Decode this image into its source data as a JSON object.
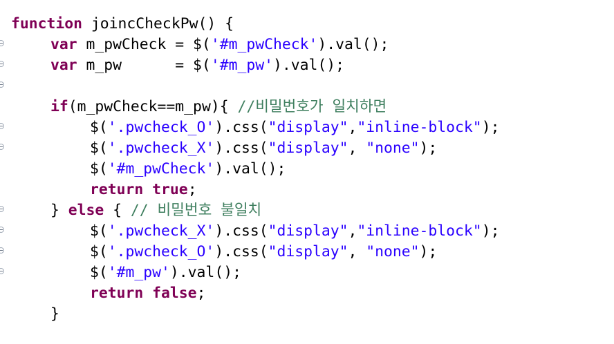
{
  "editor": {
    "colors": {
      "keyword": "#7f0055",
      "string": "#2a00ff",
      "comment": "#3f7f5f",
      "plain": "#000000",
      "marker": "#9aa4b2"
    },
    "marker_icon": "fold-collapse-icon",
    "lines": [
      {
        "marker": false,
        "indent": 0,
        "tokens": [
          {
            "t": "kw",
            "v": "function"
          },
          {
            "t": "plain",
            "v": " joincCheckPw() {"
          }
        ]
      },
      {
        "marker": true,
        "indent": 1,
        "tokens": [
          {
            "t": "kw",
            "v": "var"
          },
          {
            "t": "plain",
            "v": " m_pwCheck = $("
          },
          {
            "t": "str",
            "v": "'#m_pwCheck'"
          },
          {
            "t": "plain",
            "v": ").val();"
          }
        ]
      },
      {
        "marker": true,
        "indent": 1,
        "tokens": [
          {
            "t": "kw",
            "v": "var"
          },
          {
            "t": "plain",
            "v": " m_pw      = $("
          },
          {
            "t": "str",
            "v": "'#m_pw'"
          },
          {
            "t": "plain",
            "v": ").val();"
          }
        ]
      },
      {
        "marker": true,
        "indent": 0,
        "tokens": []
      },
      {
        "marker": false,
        "indent": 1,
        "tokens": [
          {
            "t": "kw",
            "v": "if"
          },
          {
            "t": "plain",
            "v": "(m_pwCheck==m_pw){ "
          },
          {
            "t": "cmt",
            "v": "//비밀번호가 일치하면"
          }
        ]
      },
      {
        "marker": true,
        "indent": 2,
        "tokens": [
          {
            "t": "plain",
            "v": "$("
          },
          {
            "t": "str",
            "v": "'.pwcheck_O'"
          },
          {
            "t": "plain",
            "v": ").css("
          },
          {
            "t": "str",
            "v": "\"display\""
          },
          {
            "t": "plain",
            "v": ","
          },
          {
            "t": "str",
            "v": "\"inline-block\""
          },
          {
            "t": "plain",
            "v": ");"
          }
        ]
      },
      {
        "marker": true,
        "indent": 2,
        "tokens": [
          {
            "t": "plain",
            "v": "$("
          },
          {
            "t": "str",
            "v": "'.pwcheck_X'"
          },
          {
            "t": "plain",
            "v": ").css("
          },
          {
            "t": "str",
            "v": "\"display\""
          },
          {
            "t": "plain",
            "v": ", "
          },
          {
            "t": "str",
            "v": "\"none\""
          },
          {
            "t": "plain",
            "v": ");"
          }
        ]
      },
      {
        "marker": false,
        "indent": 2,
        "tokens": [
          {
            "t": "plain",
            "v": "$("
          },
          {
            "t": "str",
            "v": "'#m_pwCheck'"
          },
          {
            "t": "plain",
            "v": ").val();"
          }
        ]
      },
      {
        "marker": false,
        "indent": 2,
        "tokens": [
          {
            "t": "kw",
            "v": "return"
          },
          {
            "t": "plain",
            "v": " "
          },
          {
            "t": "kw",
            "v": "true"
          },
          {
            "t": "plain",
            "v": ";"
          }
        ]
      },
      {
        "marker": true,
        "indent": 1,
        "tokens": [
          {
            "t": "plain",
            "v": "} "
          },
          {
            "t": "kw",
            "v": "else"
          },
          {
            "t": "plain",
            "v": " { "
          },
          {
            "t": "cmt",
            "v": "// 비밀번호 불일치"
          }
        ]
      },
      {
        "marker": true,
        "indent": 2,
        "tokens": [
          {
            "t": "plain",
            "v": "$("
          },
          {
            "t": "str",
            "v": "'.pwcheck_X'"
          },
          {
            "t": "plain",
            "v": ").css("
          },
          {
            "t": "str",
            "v": "\"display\""
          },
          {
            "t": "plain",
            "v": ","
          },
          {
            "t": "str",
            "v": "\"inline-block\""
          },
          {
            "t": "plain",
            "v": ");"
          }
        ]
      },
      {
        "marker": true,
        "indent": 2,
        "tokens": [
          {
            "t": "plain",
            "v": "$("
          },
          {
            "t": "str",
            "v": "'.pwcheck_O'"
          },
          {
            "t": "plain",
            "v": ").css("
          },
          {
            "t": "str",
            "v": "\"display\""
          },
          {
            "t": "plain",
            "v": ", "
          },
          {
            "t": "str",
            "v": "\"none\""
          },
          {
            "t": "plain",
            "v": ");"
          }
        ]
      },
      {
        "marker": true,
        "indent": 2,
        "tokens": [
          {
            "t": "plain",
            "v": "$("
          },
          {
            "t": "str",
            "v": "'#m_pw'"
          },
          {
            "t": "plain",
            "v": ").val();"
          }
        ]
      },
      {
        "marker": false,
        "indent": 2,
        "tokens": [
          {
            "t": "kw",
            "v": "return"
          },
          {
            "t": "plain",
            "v": " "
          },
          {
            "t": "kw",
            "v": "false"
          },
          {
            "t": "plain",
            "v": ";"
          }
        ]
      },
      {
        "marker": false,
        "indent": 1,
        "tokens": [
          {
            "t": "plain",
            "v": "}"
          }
        ]
      }
    ]
  }
}
